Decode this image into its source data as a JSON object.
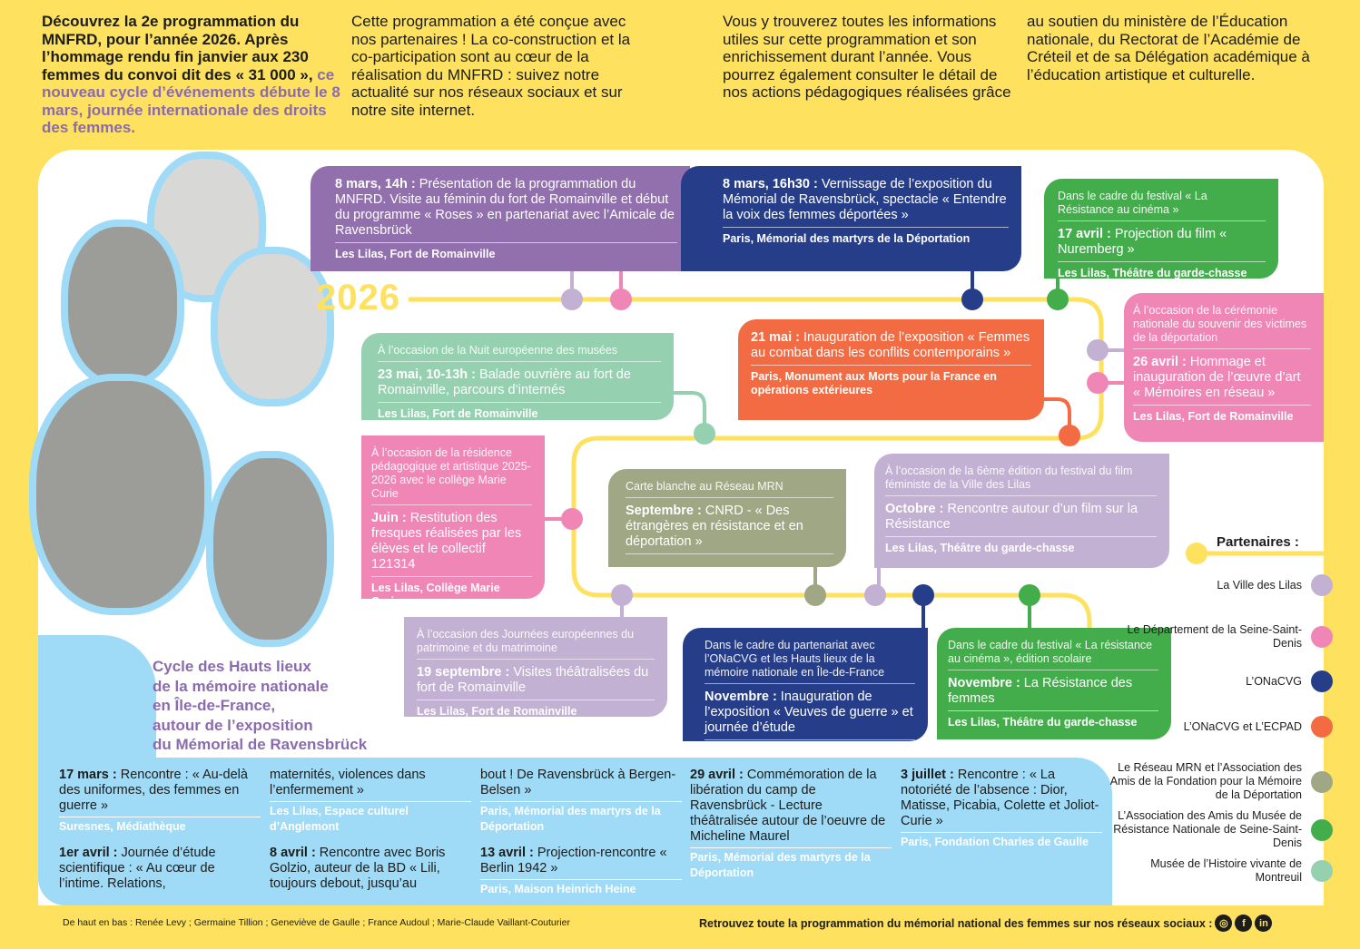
{
  "intro": {
    "col1_bold": "Découvrez la 2e programmation du MNFRD, pour l’année 2026. Après l’hommage rendu fin janvier aux 230 femmes du convoi dit des « 31 000 »,",
    "col1_purple": "ce nouveau cycle d’événements débute le 8 mars, journée internationale des droits des femmes.",
    "col2": "Cette programmation a été conçue avec nos partenaires ! La co-construction et la co-participation sont au cœur de la réalisation du MNFRD : suivez notre actualité sur nos réseaux sociaux et sur notre site internet.",
    "col3": "Vous y trouverez toutes les informations utiles sur cette programmation et son enrichissement durant l’année. Vous pourrez également consulter le détail de nos actions pédagogiques réalisées grâce",
    "col4": "au soutien du ministère de l’Éducation nationale, du Rectorat de l’Académie de Créteil et de sa Délégation académique à l’éducation artistique et culturelle."
  },
  "year": "2026",
  "colors": {
    "purple": "#9170ad",
    "navy": "#263e8a",
    "green": "#43ad4c",
    "pink": "#f086b6",
    "mint": "#95d0b0",
    "orange": "#f26b42",
    "olive": "#a0a784",
    "lavender": "#c2b1d3",
    "yellow": "#fde15f",
    "sky": "#9fdaf6"
  },
  "events": [
    {
      "date": "8 mars, 14h :",
      "desc": " Présentation de la programmation du MNFRD. Visite au féminin du fort de Romainville et début du programme « Roses » en partenariat avec l’Amicale de Ravensbrück",
      "loc": "Les Lilas, Fort de Romainville"
    },
    {
      "date": "8 mars, 16h30 :",
      "desc": " Vernissage de l’exposition du Mémorial de Ravensbrück, spectacle « Entendre la voix des femmes déportées »",
      "loc": "Paris, Mémorial des martyrs de la Déportation"
    },
    {
      "ctx": "Dans le cadre du festival « La Résistance au cinéma »",
      "date": "17 avril :",
      "desc": " Projection du film « Nuremberg »",
      "loc": "Les Lilas, Théâtre du garde-chasse"
    },
    {
      "ctx": "À l’occasion de la cérémonie nationale du souvenir des victimes de la déportation",
      "date": "26 avril :",
      "desc": " Hommage et inauguration de l’œuvre d’art « Mémoires en réseau »",
      "loc": "Les Lilas, Fort de Romainville"
    },
    {
      "ctx": "À l’occasion de la Nuit européenne des musées",
      "date": "23 mai, 10-13h :",
      "desc": " Balade ouvrière au fort de Romainville, parcours d’internés",
      "loc": "Les Lilas, Fort de Romainville"
    },
    {
      "date": "21 mai :",
      "desc": " Inauguration de l’exposition « Femmes au combat dans les conflits contemporains »",
      "loc": "Paris, Monument aux Morts pour la France en opérations extérieures"
    },
    {
      "ctx": "À l’occasion de la résidence pédagogique et artistique 2025-2026 avec le collège Marie Curie",
      "date": "Juin :",
      "desc": " Restitution des fresques réalisées par les élèves et le collectif 121314",
      "loc": "Les Lilas, Collège Marie Curie"
    },
    {
      "ctx": "Carte blanche au Réseau MRN",
      "date": "Septembre :",
      "desc": " CNRD - « Des étrangères en résistance et en déportation »",
      "loc": ""
    },
    {
      "ctx": "À l’occasion de la 6ème édition du festival du film féministe de la Ville des Lilas",
      "date": "Octobre :",
      "desc": " Rencontre autour d’un film sur la Résistance",
      "loc": "Les Lilas, Théâtre du garde-chasse"
    },
    {
      "ctx": "À l’occasion des Journées européennes du patrimoine et du matrimoine",
      "date": "19 septembre :",
      "desc": " Visites théâtralisées du fort de Romainville",
      "loc": "Les Lilas, Fort de Romainville"
    },
    {
      "ctx": "Dans le cadre du partenariat avec l’ONaCVG et les Hauts lieux de la mémoire nationale en Île-de-France",
      "date": "Novembre :",
      "desc": " Inauguration de l’exposition « Veuves de guerre » et journée d’étude",
      "loc": ""
    },
    {
      "ctx": "Dans le cadre du festival « La résistance au cinéma », édition scolaire",
      "date": "Novembre :",
      "desc": " La Résistance des femmes",
      "loc": "Les Lilas, Théâtre du garde-chasse"
    }
  ],
  "cycle": {
    "lines": [
      "Cycle des Hauts lieux",
      "de la mémoire nationale",
      "en Île-de-France,",
      "autour de l’exposition",
      "du Mémorial de Ravensbrück"
    ]
  },
  "bottom": [
    [
      {
        "date": "17 mars :",
        "desc": " Rencontre : « Au-delà des uniformes, des femmes en guerre »",
        "loc": "Suresnes, Médiathèque"
      },
      {
        "date": "1er avril :",
        "desc": " Journée d’étude scientifique : « Au cœur de l’intime. Relations,",
        "loc": ""
      }
    ],
    [
      {
        "date": "",
        "desc": "maternités, violences dans l’enfermement »",
        "loc": "Les Lilas, Espace culturel d’Anglemont"
      },
      {
        "date": "8 avril :",
        "desc": " Rencontre avec Boris Golzio, auteur de la BD « Lili, toujours debout, jusqu’au",
        "loc": ""
      }
    ],
    [
      {
        "date": "",
        "desc": "bout ! De Ravensbrück à Bergen-Belsen »",
        "loc": "Paris, Mémorial des martyrs de la Déportation"
      },
      {
        "date": "13 avril :",
        "desc": " Projection-rencontre « Berlin 1942 »",
        "loc": "Paris, Maison Heinrich Heine"
      }
    ],
    [
      {
        "date": "29 avril :",
        "desc": " Commémoration de la libération du camp de Ravensbrück - Lecture théâtralisée autour de l’oeuvre de Micheline Maurel",
        "loc": "Paris, Mémorial des martyrs de la Déportation"
      }
    ],
    [
      {
        "date": "3 juillet :",
        "desc": " Rencontre : « La notoriété de l’absence : Dior, Matisse, Picabia, Colette et Joliot-Curie »",
        "loc": "Paris, Fondation Charles de Gaulle"
      }
    ]
  ],
  "partners": {
    "title": "Partenaires :",
    "items": [
      "La Ville des Lilas",
      "Le Département de la Seine-Saint-Denis",
      "L’ONaCVG",
      "L’ONaCVG et L’ECPAD",
      "Le Réseau MRN et l’Association des Amis de la Fondation pour la Mémoire de la Déportation",
      "L’Association des Amis du Musée de Résistance Nationale de Seine-Saint-Denis",
      "Musée de l’Histoire vivante de Montreuil"
    ]
  },
  "footer": {
    "credits": "De haut en bas : Renée Levy ; Germaine Tillion ; Geneviève de Gaulle ; France Audoul ; Marie-Claude Vaillant-Couturier",
    "social": "Retrouvez toute la programmation du mémorial national des femmes sur nos réseaux sociaux :",
    "icons": [
      "instagram-icon",
      "facebook-icon",
      "linkedin-icon"
    ],
    "icon_glyphs": [
      "◎",
      "f",
      "in"
    ]
  }
}
